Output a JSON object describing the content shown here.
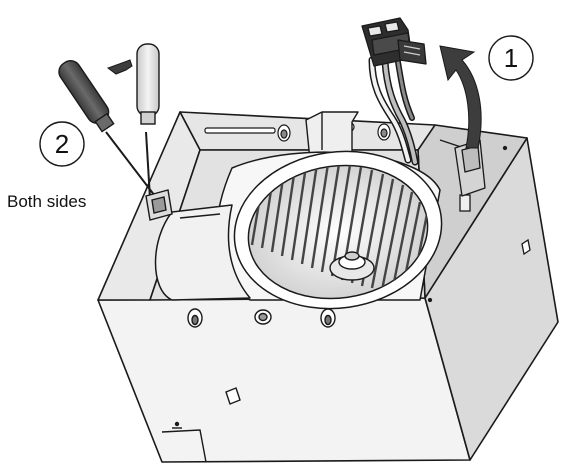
{
  "callouts": {
    "step_1": "1",
    "step_2": "2"
  },
  "labels": {
    "both_sides": "Both sides"
  },
  "colors": {
    "line": "#1a1a1a",
    "housing_light": "#f2f2f2",
    "housing_mid": "#dedede",
    "housing_dark": "#c8c8c8",
    "arrow_fill": "#3d3d3d",
    "handle_dark": "#555555",
    "handle_light": "#e0e0e0"
  }
}
